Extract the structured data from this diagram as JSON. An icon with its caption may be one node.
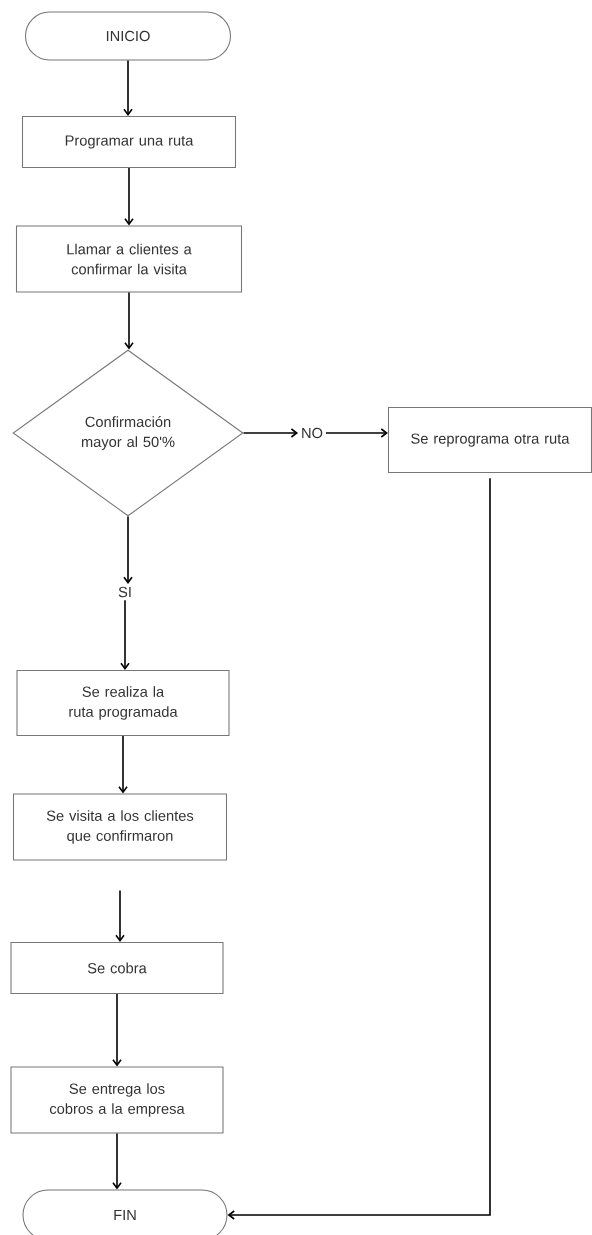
{
  "diagram": {
    "nodes": [
      {
        "text": [
          "INICIO"
        ]
      },
      {
        "text": [
          "Programar una ruta"
        ]
      },
      {
        "text": [
          "Llamar a clientes a confirmar la visita"
        ]
      },
      {
        "text": [
          "Confirmación mayor al 50'%"
        ]
      },
      {
        "text": [
          "NO"
        ]
      },
      {
        "text": [
          "Se reprograma otra ruta"
        ]
      },
      {
        "text": [
          "SI"
        ]
      },
      {
        "text": [
          "Se realiza la ruta programada"
        ]
      },
      {
        "text": [
          "Se visita a los clientes que confirmaron"
        ]
      },
      {
        "text": [
          "Se cobra"
        ]
      },
      {
        "text": [
          "Se entrega los cobros a la empresa"
        ]
      },
      {
        "text": [
          "FIN"
        ]
      }
    ],
    "edges": [
      {
        "from": 0,
        "to": 1,
        "arrow": "to"
      },
      {
        "from": 1,
        "to": 2,
        "arrow": "to"
      },
      {
        "from": 2,
        "to": 3,
        "arrow": "to"
      },
      {
        "from": 3,
        "to": 4,
        "arrow": "to"
      },
      {
        "from": 4,
        "to": 5,
        "arrow": "to"
      },
      {
        "from": 5,
        "to": 11,
        "arrow": "to"
      },
      {
        "from": 3,
        "to": 6,
        "arrow": "to"
      },
      {
        "from": 6,
        "to": 7,
        "arrow": "to"
      },
      {
        "from": 7,
        "to": 8,
        "arrow": "to"
      },
      {
        "from": 8,
        "to": 9,
        "arrow": "to"
      },
      {
        "from": 9,
        "to": 10,
        "arrow": "to"
      },
      {
        "from": 10,
        "to": 11,
        "arrow": "to"
      }
    ]
  }
}
